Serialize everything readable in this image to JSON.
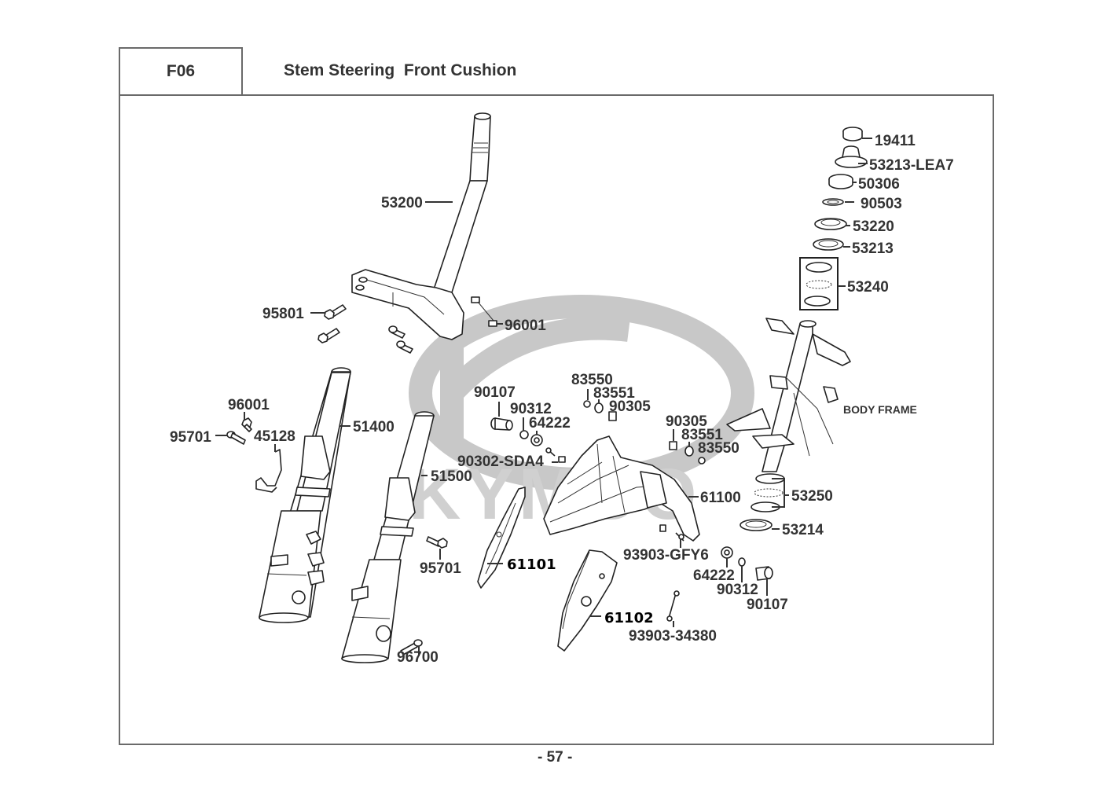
{
  "header": {
    "section_code": "F06",
    "title": "Stem Steering  Front Cushion"
  },
  "footer": {
    "page_number": "- 57 -"
  },
  "watermark": {
    "brand_text": "KYMCO",
    "logo": "kymco-k-logo"
  },
  "frame_label": "BODY FRAME",
  "callouts": [
    {
      "id": "19411",
      "label": "19411"
    },
    {
      "id": "53213-LEA7",
      "label": "53213-LEA7"
    },
    {
      "id": "50306",
      "label": "50306"
    },
    {
      "id": "90503",
      "label": "90503"
    },
    {
      "id": "53220",
      "label": "53220"
    },
    {
      "id": "53213",
      "label": "53213"
    },
    {
      "id": "53240",
      "label": "53240"
    },
    {
      "id": "53200",
      "label": "53200"
    },
    {
      "id": "95801",
      "label": "95801"
    },
    {
      "id": "96001-top",
      "label": "96001"
    },
    {
      "id": "96001-left",
      "label": "96001"
    },
    {
      "id": "95701-left",
      "label": "95701"
    },
    {
      "id": "45128",
      "label": "45128"
    },
    {
      "id": "51400",
      "label": "51400"
    },
    {
      "id": "51500",
      "label": "51500"
    },
    {
      "id": "95701-right",
      "label": "95701"
    },
    {
      "id": "96700",
      "label": "96700"
    },
    {
      "id": "90107-left",
      "label": "90107"
    },
    {
      "id": "90312-left",
      "label": "90312"
    },
    {
      "id": "64222-left",
      "label": "64222"
    },
    {
      "id": "90302-SDA4",
      "label": "90302-SDA4"
    },
    {
      "id": "83550-top",
      "label": "83550"
    },
    {
      "id": "83551-top",
      "label": "83551"
    },
    {
      "id": "90305-top",
      "label": "90305"
    },
    {
      "id": "90305-right",
      "label": "90305"
    },
    {
      "id": "83551-right",
      "label": "83551"
    },
    {
      "id": "83550-right",
      "label": "83550"
    },
    {
      "id": "61100",
      "label": "61100"
    },
    {
      "id": "53250",
      "label": "53250"
    },
    {
      "id": "53214",
      "label": "53214"
    },
    {
      "id": "93903-GFY6",
      "label": "93903-GFY6"
    },
    {
      "id": "64222-right",
      "label": "64222"
    },
    {
      "id": "90312-right",
      "label": "90312"
    },
    {
      "id": "90107-right",
      "label": "90107"
    },
    {
      "id": "61101",
      "label": "61101"
    },
    {
      "id": "61102",
      "label": "61102"
    },
    {
      "id": "93903-34380",
      "label": "93903-34380"
    }
  ]
}
